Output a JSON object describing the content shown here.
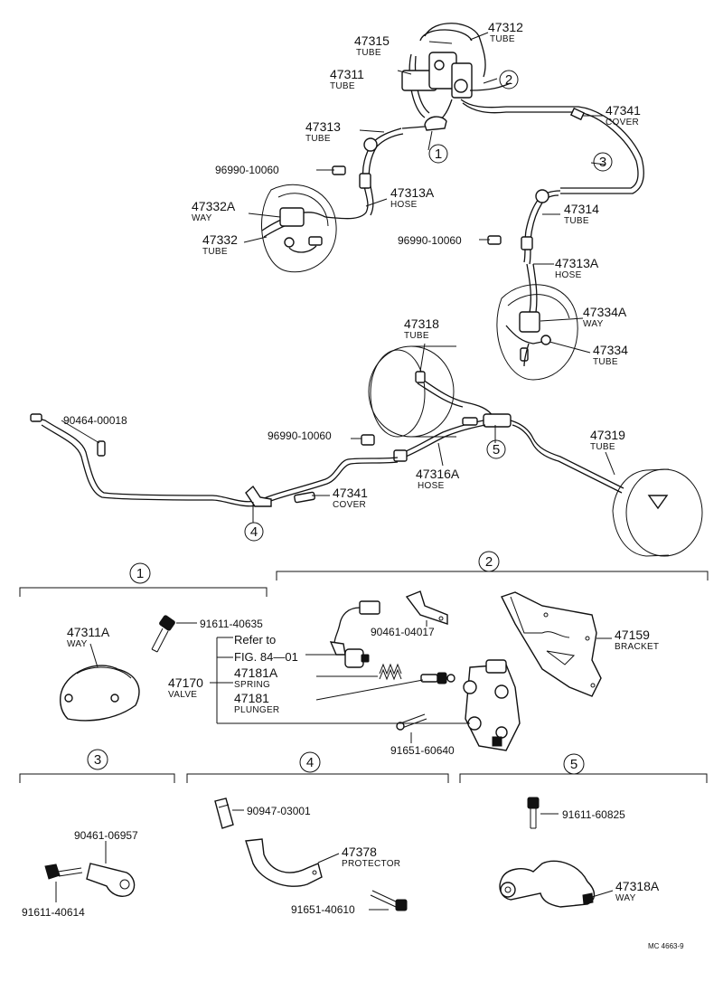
{
  "labels": {
    "p47312": "47312",
    "p47312_name": "TUBE",
    "p47315": "47315",
    "p47315_name": "TUBE",
    "p47311": "47311",
    "p47311_name": "TUBE",
    "p47341a": "47341",
    "p47341a_name": "COVER",
    "p47313": "47313",
    "p47313_name": "TUBE",
    "p96990a": "96990-10060",
    "p47332a": "47332A",
    "p47332a_name": "WAY",
    "p47313a_l": "47313A",
    "p47313a_l_name": "HOSE",
    "p47332": "47332",
    "p47332_name": "TUBE",
    "p47314": "47314",
    "p47314_name": "TUBE",
    "p96990b": "96990-10060",
    "p47313a_r": "47313A",
    "p47313a_r_name": "HOSE",
    "p47334a": "47334A",
    "p47334a_name": "WAY",
    "p47334": "47334",
    "p47334_name": "TUBE",
    "p47318": "47318",
    "p47318_name": "TUBE",
    "p90464": "90464-00018",
    "p96990c": "96990-10060",
    "p47319": "47319",
    "p47319_name": "TUBE",
    "p47316a": "47316A",
    "p47316a_name": "HOSE",
    "p47341b": "47341",
    "p47341b_name": "COVER",
    "p47311a": "47311A",
    "p47311a_name": "WAY",
    "p91611_40635": "91611-40635",
    "refer": "Refer to",
    "fig": "FIG. 84—01",
    "p90461_04017": "90461-04017",
    "p47159": "47159",
    "p47159_name": "BRACKET",
    "p47170": "47170",
    "p47170_name": "VALVE",
    "p47181a": "47181A",
    "p47181a_name": "SPRING",
    "p47181": "47181",
    "p47181_name": "PLUNGER",
    "p91651_60640": "91651-60640",
    "p90461_06957": "90461-06957",
    "p91611_40614": "91611-40614",
    "p90947": "90947-03001",
    "p47378": "47378",
    "p47378_name": "PROTECTOR",
    "p91651_40610": "91651-40610",
    "p91611_60825": "91611-60825",
    "p47318a": "47318A",
    "p47318a_name": "WAY",
    "code": "MC 4663-9"
  },
  "callouts": {
    "c1_top": "1",
    "c2_top": "2",
    "c3_top": "3",
    "c4_top": "4",
    "c5_top": "5",
    "c1_sec": "1",
    "c2_sec": "2",
    "c3_sec": "3",
    "c4_sec": "4",
    "c5_sec": "5"
  },
  "icons": [
    "circled-number-icon",
    "bolt-icon",
    "clip-icon",
    "drum-icon"
  ]
}
